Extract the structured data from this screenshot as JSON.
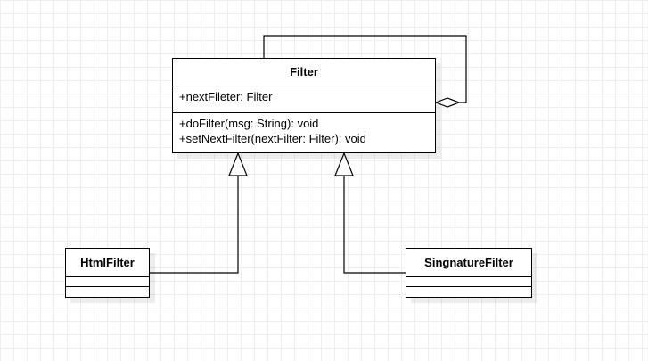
{
  "diagram": {
    "classes": {
      "filter": {
        "name": "Filter",
        "attributes": [
          "+nextFileter: Filter"
        ],
        "operations": [
          "+doFilter(msg: String): void",
          "+setNextFilter(nextFilter: Filter): void"
        ]
      },
      "html_filter": {
        "name": "HtmlFilter"
      },
      "signature_filter": {
        "name": "SingnatureFilter"
      }
    },
    "relations": [
      {
        "type": "generalization",
        "from": "HtmlFilter",
        "to": "Filter"
      },
      {
        "type": "generalization",
        "from": "SingnatureFilter",
        "to": "Filter"
      },
      {
        "type": "aggregation",
        "from": "Filter",
        "to": "Filter"
      }
    ]
  }
}
